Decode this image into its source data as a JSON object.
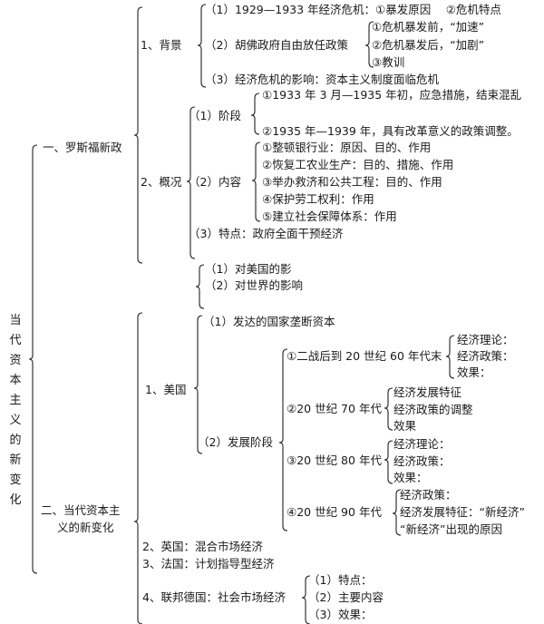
{
  "root": "当代资本主义的新变化",
  "sec1": {
    "title": "一、罗斯福新政",
    "background": {
      "label": "1、背景",
      "i1": "（1）1929—1933 年经济危机：①暴发原因　 ②危机特点",
      "i2": "（2）胡佛政府自由放任政策",
      "i2_sub": [
        "①危机暴发前，“加速”",
        "②危机暴发后，“加剧”",
        "③教训"
      ],
      "i3": "（3）经济危机的影响：资本主义制度面临危机"
    },
    "overview": {
      "label": "2、概况",
      "stage_label": "（1）阶段",
      "stages": [
        "①1933 年 3 月—1935 年初，应急措施，结束混乱",
        "②1935 年—1939 年，具有改革意义的政策调整。"
      ],
      "content_label": "（2）内容",
      "contents": [
        "①整顿银行业：原因、目的、作用",
        "②恢复工农业生产：目的、措施、作用",
        "③举办救济和公共工程：目的、作用",
        "④保护劳工权利：作用",
        "⑤建立社会保障体系：作用"
      ],
      "feature": "（3）特点：政府全面干预经济"
    },
    "impact": [
      "（1）对美国的影",
      "（2）对世界的影响"
    ]
  },
  "sec2": {
    "title_l1": "二、当代资本主",
    "title_l2": "义的新变化",
    "usa": {
      "label": "1、美国",
      "i1": "（1）发达的国家垄断资本",
      "i2": "（2）发展阶段",
      "p1": {
        "label": "①二战后到 20 世纪 60 年代末",
        "items": [
          "经济理论：",
          "经济政策：",
          "效果："
        ]
      },
      "p2": {
        "label": "②20 世纪 70 年代",
        "items": [
          "经济发展特征",
          "经济政策的调整",
          "效果"
        ]
      },
      "p3": {
        "label": "③20 世纪 80 年代",
        "items": [
          "经济理论：",
          "经济政策：",
          "效果："
        ]
      },
      "p4": {
        "label": "④20 世纪 90 年代",
        "items": [
          "经济政策：",
          "经济发展特征：“新经济”",
          "“新经济”出现的原因"
        ]
      }
    },
    "uk": "2、英国：混合市场经济",
    "france": "3、法国：计划指导型经济",
    "germany": {
      "label": "4、联邦德国：社会市场经济",
      "items": [
        "（1）特点：",
        "（2）主要内容",
        "（3）效果："
      ]
    }
  }
}
